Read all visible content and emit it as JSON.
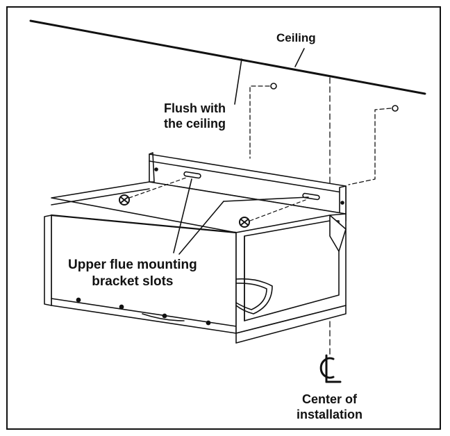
{
  "labels": {
    "ceiling": "Ceiling",
    "flush_line1": "Flush with",
    "flush_line2": "the ceiling",
    "slots_line1": "Upper flue mounting",
    "slots_line2": "bracket slots",
    "center_line1": "Center of",
    "center_line2": "installation"
  },
  "colors": {
    "ink": "#111111",
    "background": "#ffffff"
  },
  "icons": {
    "centerline": "centerline-symbol"
  }
}
